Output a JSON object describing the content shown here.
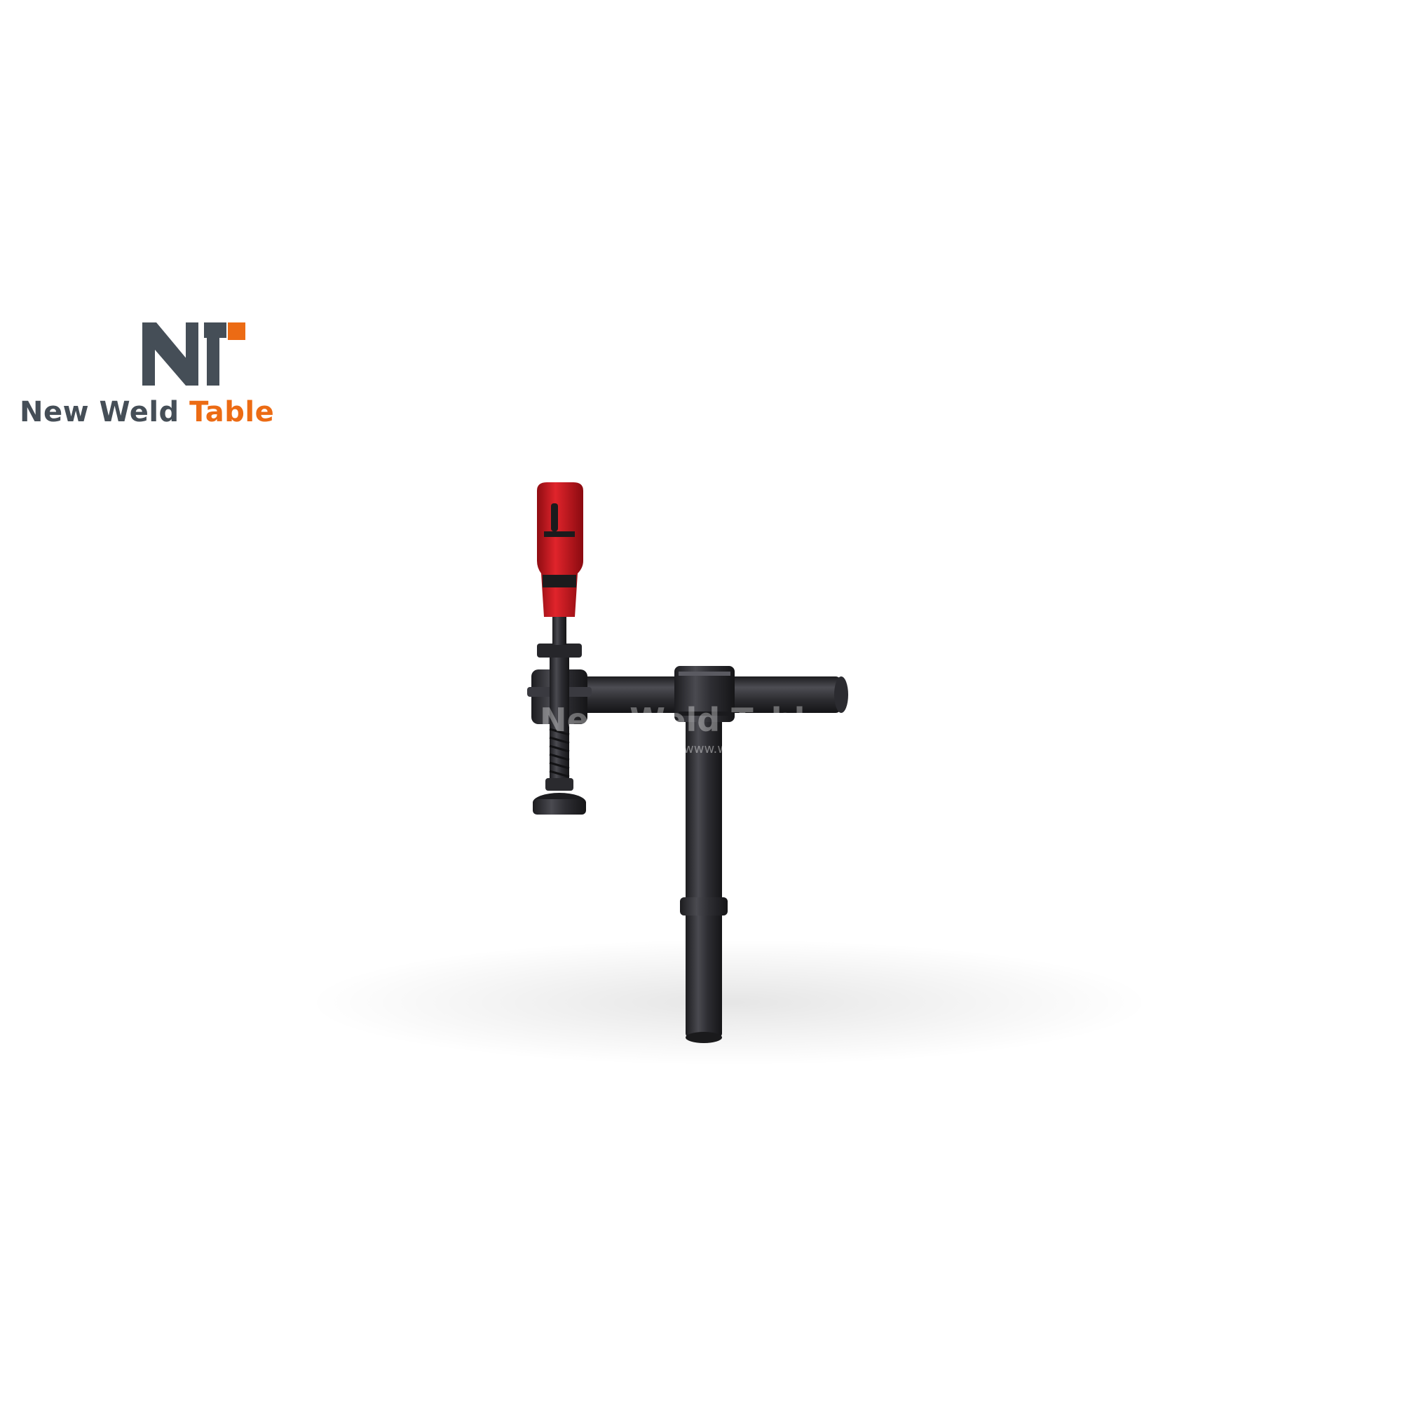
{
  "brand": {
    "name_part1": "New",
    "name_part2": "Weld",
    "name_part3": "Table",
    "colors": {
      "primary": "#454e57",
      "accent": "#ec6b14"
    },
    "icon": "nt-logo-icon"
  },
  "watermark": {
    "text": "New Weld Table",
    "url_fragment": "www.we"
  },
  "product": {
    "icon": "welding-clamp-icon",
    "colors": {
      "handle": "#c8121a",
      "handle_grip": "#1d1d1f",
      "steel": "#2a2a2d"
    }
  }
}
